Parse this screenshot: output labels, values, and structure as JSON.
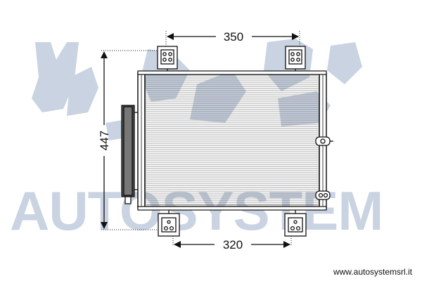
{
  "watermark": {
    "text": "AUTOSYSTEM",
    "color": "#c9d3e2"
  },
  "dimensions": {
    "top_width": "350",
    "bottom_width": "320",
    "height": "447"
  },
  "footer": {
    "url": "www.autosystemsrl.it"
  },
  "part": {
    "type": "condenser",
    "outline_color": "#111111"
  }
}
